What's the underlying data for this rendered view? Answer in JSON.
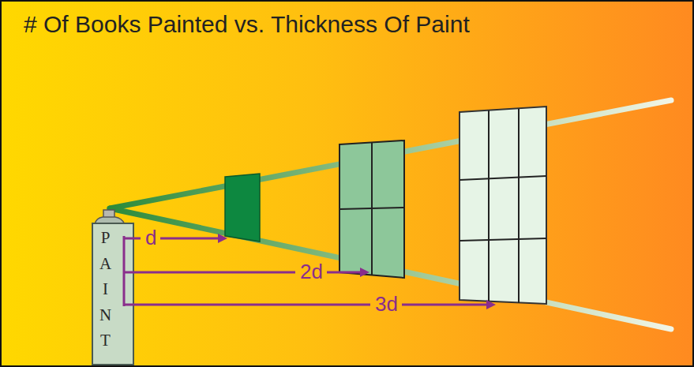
{
  "diagram": {
    "title": "# Of Books Painted vs. Thickness Of Paint",
    "nodes": [
      {
        "text": [
          "PAINT"
        ]
      }
    ],
    "labels": [
      "d",
      "2d",
      "3d"
    ]
  }
}
